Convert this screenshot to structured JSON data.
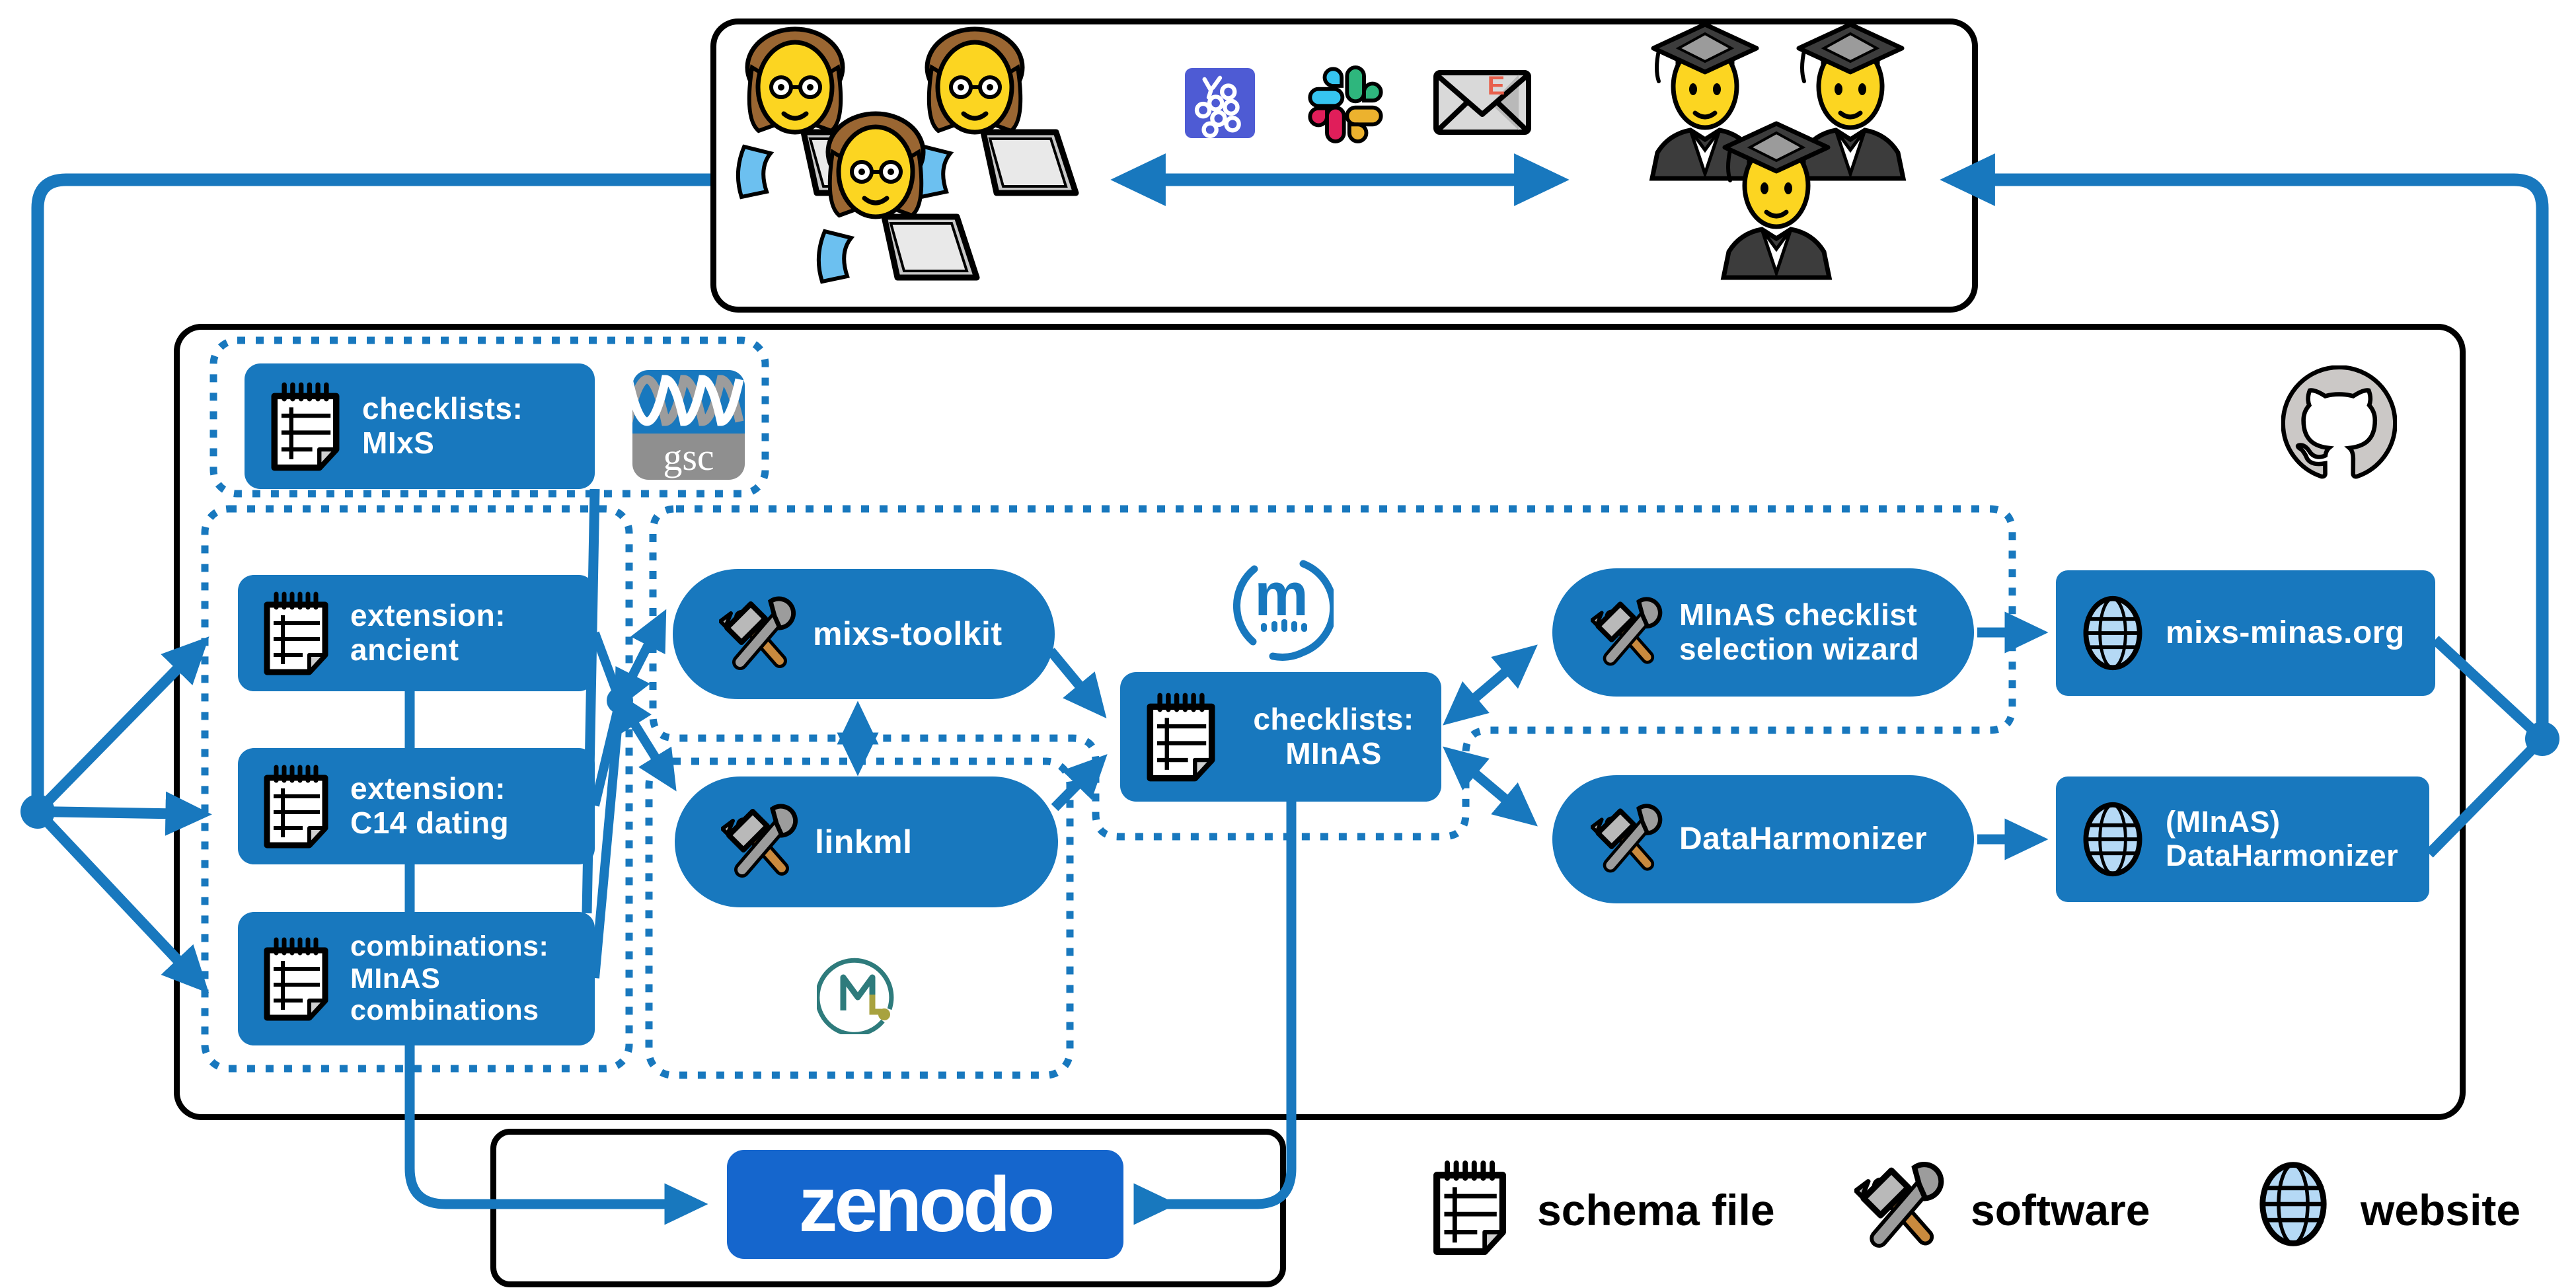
{
  "title": "MInAS project infrastructure diagram",
  "colors": {
    "node_blue": "#1878be",
    "arrow_blue": "#1878be",
    "zenodo_blue": "#1566cd",
    "grapes_icon_bg": "#4e5bd4",
    "slack_blue": "#36C5F0",
    "slack_green": "#2EB67D",
    "slack_pink": "#E01E5A",
    "slack_yellow": "#ECB22E",
    "globe_fill": "#b5d9f5",
    "linkml_teal": "#2e7b7c",
    "linkml_olive": "#a8a23f",
    "github_gray": "#cbc8c6",
    "box_outline": "#000000"
  },
  "community_box": {
    "left_group_icon": "technologist-emoji-x3",
    "right_group_icon": "graduate-emoji-x3",
    "channel_icons": [
      "grapes-cluster-icon",
      "slack-icon",
      "email-icon"
    ],
    "email_letter": "E"
  },
  "nodes": {
    "mixs_checklists": {
      "type": "schema file",
      "lines": [
        "checklists:",
        "MIxS"
      ]
    },
    "ext_ancient": {
      "type": "schema file",
      "lines": [
        "extension:",
        "ancient"
      ]
    },
    "ext_c14": {
      "type": "schema file",
      "lines": [
        "extension:",
        "C14 dating"
      ]
    },
    "combinations": {
      "type": "schema file",
      "lines": [
        "combinations:",
        "MInAS",
        "combinations"
      ]
    },
    "mixs_toolkit": {
      "type": "software",
      "lines": [
        "mixs-toolkit"
      ]
    },
    "linkml": {
      "type": "software",
      "lines": [
        "linkml"
      ]
    },
    "minas_checklists": {
      "type": "schema file",
      "lines": [
        "checklists:",
        "MInAS"
      ]
    },
    "wizard": {
      "type": "software",
      "lines": [
        "MInAS checklist",
        "selection wizard"
      ]
    },
    "dataharmonizer": {
      "type": "software",
      "lines": [
        "DataHarmonizer"
      ]
    },
    "web_minas": {
      "type": "website",
      "lines": [
        "mixs-minas.org"
      ]
    },
    "web_dh": {
      "type": "website",
      "lines": [
        "(MInAS)",
        "DataHarmonizer"
      ]
    },
    "zenodo": {
      "wordmark": "zenodo"
    }
  },
  "logos": {
    "gsc_label": "gsc",
    "mixs_m": "m",
    "github": "github-octocat",
    "linkml": "linkml-mark"
  },
  "legend": {
    "items": [
      {
        "icon": "schema-file-icon",
        "label": "schema file"
      },
      {
        "icon": "software-icon",
        "label": "software"
      },
      {
        "icon": "website-icon",
        "label": "website"
      }
    ]
  }
}
